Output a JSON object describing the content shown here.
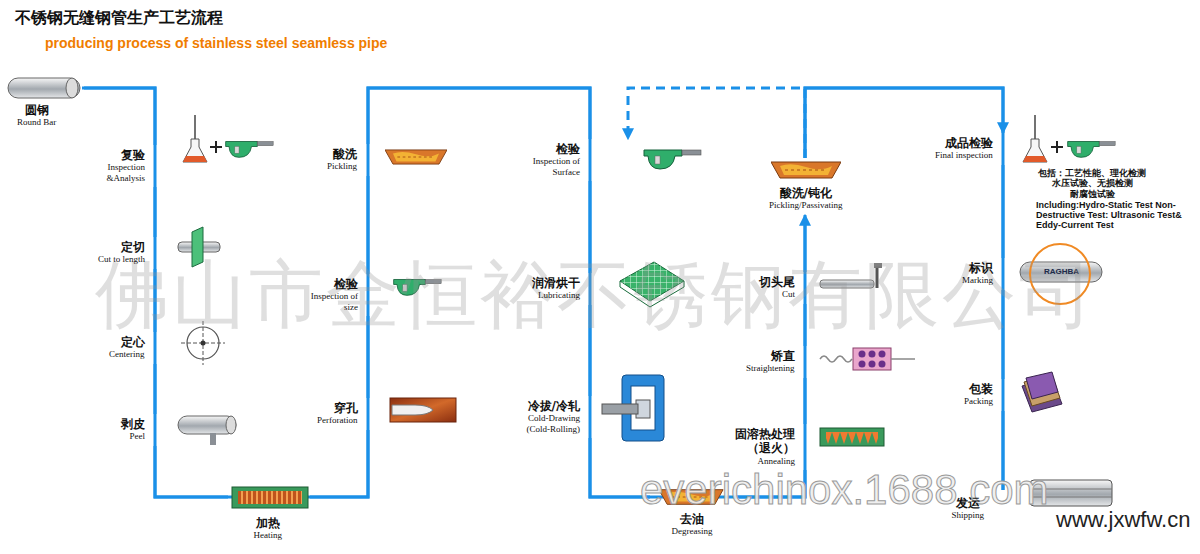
{
  "diagram": {
    "title": "不锈钢无缝钢管生产工艺流程",
    "nodes": [
      {
        "text": [
          "圆钢",
          "Round Bar"
        ]
      },
      {
        "text": [
          "复验",
          "Inspection &Analysis"
        ]
      },
      {
        "text": [
          "定切",
          "Cut to length"
        ]
      },
      {
        "text": [
          "定心",
          "Centering"
        ]
      },
      {
        "text": [
          "剥皮",
          "Peel"
        ]
      },
      {
        "text": [
          "加热",
          "Heating"
        ]
      },
      {
        "text": [
          "穿孔",
          "Perforation"
        ]
      },
      {
        "text": [
          "检验",
          "Inspection of size"
        ]
      },
      {
        "text": [
          "酸洗",
          "Pickling"
        ]
      },
      {
        "text": [
          "检验",
          "Inspection of Surface"
        ]
      },
      {
        "text": [
          "润滑烘干",
          "Lubricating"
        ]
      },
      {
        "text": [
          "冷拔/冷轧",
          "Cold-Drawing (Cold-Rolling)"
        ]
      },
      {
        "text": [
          "去油",
          "Degreasing"
        ]
      },
      {
        "text": [
          "固溶热处理 （退火）",
          "Annealing"
        ]
      },
      {
        "text": [
          "矫直",
          "Straightening"
        ]
      },
      {
        "text": [
          "切头尾",
          "Cut"
        ]
      },
      {
        "text": [
          "酸洗/钝化",
          "Pickling/Passivating"
        ]
      },
      {
        "text": [
          "成品检验",
          "Final inspection"
        ]
      },
      {
        "text": [
          "标识",
          "Marking"
        ]
      },
      {
        "text": [
          "包装",
          "Packing"
        ]
      },
      {
        "text": [
          "发运",
          "Shipping"
        ]
      }
    ],
    "edges": [
      {
        "from": 0,
        "to": 1,
        "arrow": "none"
      },
      {
        "from": 1,
        "to": 2,
        "arrow": "none"
      },
      {
        "from": 2,
        "to": 3,
        "arrow": "none"
      },
      {
        "from": 3,
        "to": 4,
        "arrow": "none"
      },
      {
        "from": 4,
        "to": 5,
        "arrow": "none"
      },
      {
        "from": 5,
        "to": 6,
        "arrow": "none"
      },
      {
        "from": 6,
        "to": 7,
        "arrow": "none"
      },
      {
        "from": 7,
        "to": 8,
        "arrow": "none"
      },
      {
        "from": 8,
        "to": 9,
        "arrow": "none"
      },
      {
        "from": 9,
        "to": 10,
        "arrow": "none"
      },
      {
        "from": 10,
        "to": 11,
        "arrow": "none"
      },
      {
        "from": 11,
        "to": 12,
        "arrow": "none"
      },
      {
        "from": 12,
        "to": 13,
        "arrow": "none"
      },
      {
        "from": 13,
        "to": 14,
        "arrow": "none"
      },
      {
        "from": 14,
        "to": 15,
        "arrow": "none"
      },
      {
        "from": 15,
        "to": 16,
        "arrow": "to"
      },
      {
        "from": 16,
        "to": 17,
        "arrow": "to"
      },
      {
        "from": 16,
        "to": 9,
        "arrow": "to"
      },
      {
        "from": 17,
        "to": 18,
        "arrow": "none"
      },
      {
        "from": 18,
        "to": 19,
        "arrow": "none"
      },
      {
        "from": 19,
        "to": 20,
        "arrow": "none"
      }
    ],
    "labels": [
      "producing process of stainless steel seamless pipe",
      "包括：工艺性能、理化检测 水压试验、无损检测 耐腐蚀试验",
      "Including:Hydro-Static Test Non-Destructive Test: Ultrasonic Test& Eddy-Current Test",
      "RAGHBA",
      "佛山市金恒裕不锈钢有限公司",
      "everichinox.1688.com",
      "www.jxwfw.cn"
    ]
  }
}
